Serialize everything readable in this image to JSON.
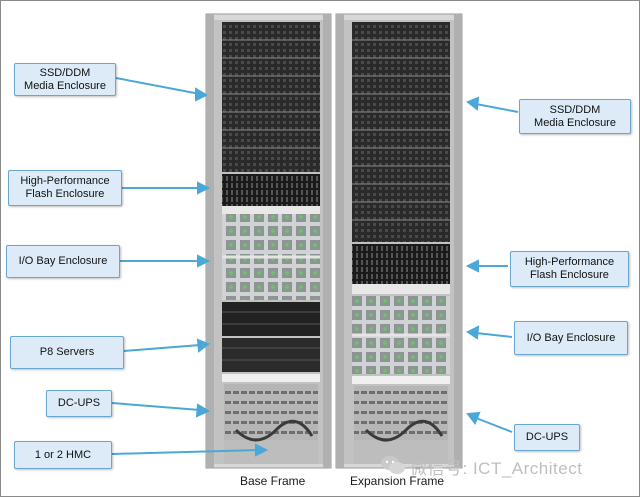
{
  "labels": {
    "left_ssd": "SSD/DDM\nMedia Enclosure",
    "left_flash": "High-Performance\nFlash Enclosure",
    "left_io": "I/O Bay Enclosure",
    "left_p8": "P8 Servers",
    "left_dcups": "DC-UPS",
    "left_hmc": "1 or 2 HMC",
    "right_ssd": "SSD/DDM\nMedia Enclosure",
    "right_flash": "High-Performance\nFlash Enclosure",
    "right_io": "I/O Bay Enclosure",
    "right_dcups": "DC-UPS"
  },
  "captions": {
    "base_frame": "Base Frame",
    "expansion_frame": "Expansion Frame"
  },
  "watermark": "微信号: ICT_Architect",
  "colors": {
    "label_fill": "#dcebf7",
    "label_border": "#6aa6cf",
    "arrow": "#4aa8d8",
    "rack_frame": "#c9c9c9",
    "drive_dark": "#1e1e1e"
  }
}
